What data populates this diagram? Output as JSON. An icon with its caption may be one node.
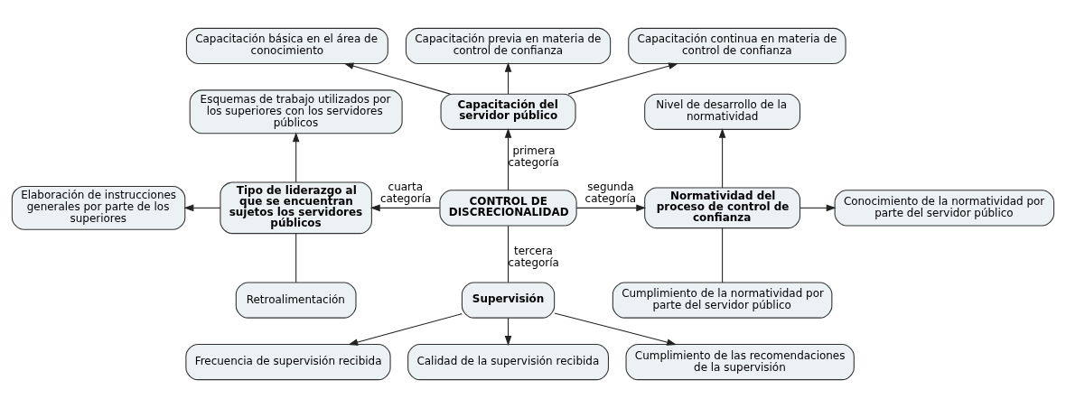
{
  "diagram": {
    "nodes": [
      {
        "text": [
          "CONTROL DE DISCRECIONALIDAD"
        ]
      },
      {
        "text": [
          "Capacitación del servidor público"
        ]
      },
      {
        "text": [
          "Capacitación básica en el área de conocimiento"
        ]
      },
      {
        "text": [
          "Capacitación previa en materia de control de confianza"
        ]
      },
      {
        "text": [
          "Capacitación continua en materia de control de confianza"
        ]
      },
      {
        "text": [
          "Tipo de liderazgo al que se encuentran sujetos los servidores públicos"
        ]
      },
      {
        "text": [
          "Esquemas de trabajo utilizados por los superiores con los servidores públicos"
        ]
      },
      {
        "text": [
          "Elaboración de instrucciones generales por parte de los superiores"
        ]
      },
      {
        "text": [
          "Retroalimentación"
        ]
      },
      {
        "text": [
          "Normatividad del proceso de control de confianza"
        ]
      },
      {
        "text": [
          "Nivel de desarrollo de la normatividad"
        ]
      },
      {
        "text": [
          "Conocimiento de la normatividad por parte del servidor público"
        ]
      },
      {
        "text": [
          "Cumplimiento de la normatividad por parte del servidor público"
        ]
      },
      {
        "text": [
          "Supervisión"
        ]
      },
      {
        "text": [
          "Frecuencia de supervisión recibida"
        ]
      },
      {
        "text": [
          "Calidad de la supervisión recibida"
        ]
      },
      {
        "text": [
          "Cumplimiento de las recomendaciones de la supervisión"
        ]
      }
    ],
    "edges": [
      {
        "from": 0,
        "to": 1,
        "arrow": "to",
        "label": "primera categoría"
      },
      {
        "from": 0,
        "to": 9,
        "arrow": "to",
        "label": "segunda categoría"
      },
      {
        "from": 0,
        "to": 13,
        "arrow": "none",
        "label": "tercera categoría"
      },
      {
        "from": 0,
        "to": 5,
        "arrow": "to",
        "label": "cuarta categoría"
      },
      {
        "from": 1,
        "to": 2,
        "arrow": "to"
      },
      {
        "from": 1,
        "to": 3,
        "arrow": "to"
      },
      {
        "from": 1,
        "to": 4,
        "arrow": "to"
      },
      {
        "from": 5,
        "to": 6,
        "arrow": "to"
      },
      {
        "from": 5,
        "to": 7,
        "arrow": "to"
      },
      {
        "from": 5,
        "to": 8,
        "arrow": "none"
      },
      {
        "from": 9,
        "to": 10,
        "arrow": "to"
      },
      {
        "from": 9,
        "to": 11,
        "arrow": "to"
      },
      {
        "from": 9,
        "to": 12,
        "arrow": "none"
      },
      {
        "from": 13,
        "to": 14,
        "arrow": "to"
      },
      {
        "from": 13,
        "to": 15,
        "arrow": "to"
      },
      {
        "from": 13,
        "to": 16,
        "arrow": "to"
      }
    ]
  }
}
